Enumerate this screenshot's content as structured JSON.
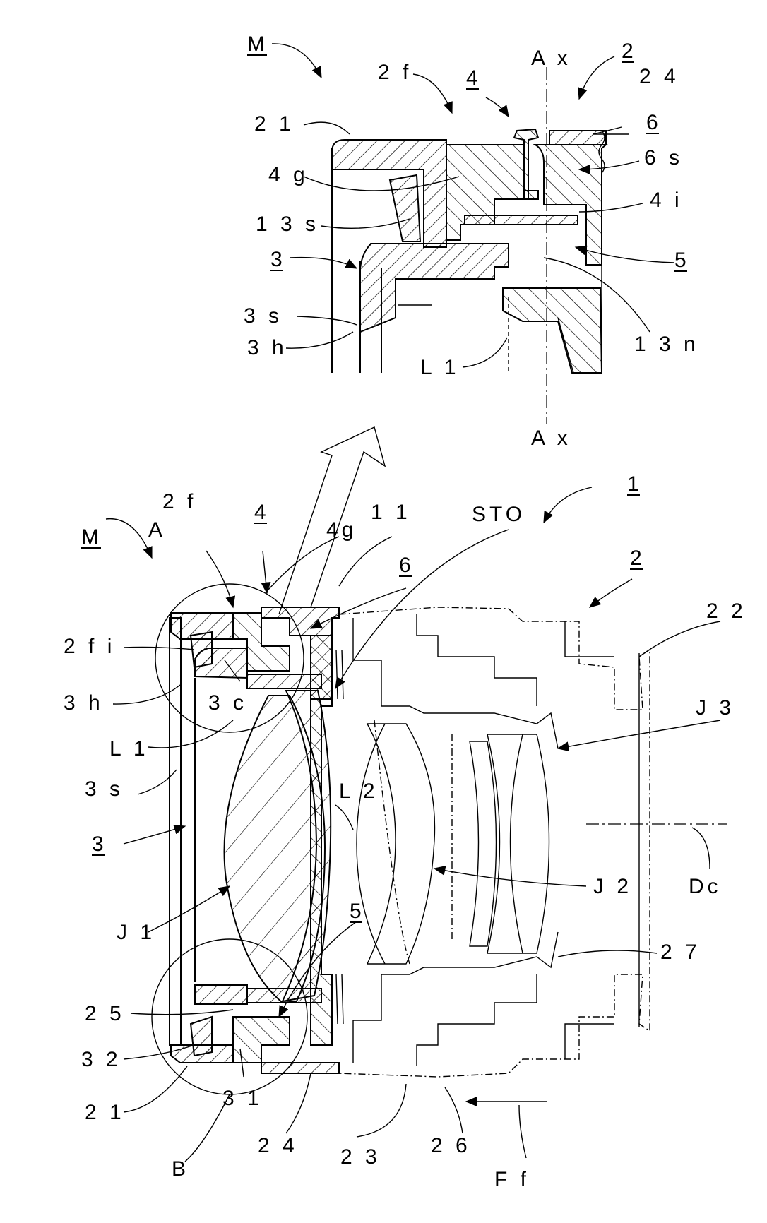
{
  "detail_labels": {
    "M": "M",
    "two_f": "2 f",
    "four": "4",
    "Ax_top": "A x",
    "two": "2",
    "twenty_four": "2 4",
    "twenty_one": "2 1",
    "six": "6",
    "six_s": "6 s",
    "four_g": "4 g",
    "four_i": "4 i",
    "thirteen_s": "1 3 s",
    "three": "3",
    "five": "5",
    "three_s": "3 s",
    "three_h": "3 h",
    "thirteen_n": "1 3 n",
    "L1": "L 1",
    "Ax_bottom": "A x"
  },
  "main_labels": {
    "one": "1",
    "two_f": "2 f",
    "four": "4",
    "eleven": "1 1",
    "STO": "STO",
    "M": "M",
    "A": "A",
    "four_g": "4g",
    "six": "6",
    "two": "2",
    "twenty_two": "2 2",
    "two_f_i": "2 f i",
    "three_h": "3 h",
    "three_c": "3 c",
    "J3": "J 3",
    "L1": "L 1",
    "three_s": "3 s",
    "L2": "L 2",
    "three": "3",
    "J2": "J 2",
    "Dc": "Dc",
    "five": "5",
    "J1": "J 1",
    "twenty_seven": "2 7",
    "twenty_five": "2 5",
    "thirty_two": "3 2",
    "thirty_one": "3 1",
    "twenty_one": "2 1",
    "B": "B",
    "twenty_four": "2 4",
    "twenty_three": "2 3",
    "twenty_six": "2 6",
    "Ff": "F f"
  }
}
